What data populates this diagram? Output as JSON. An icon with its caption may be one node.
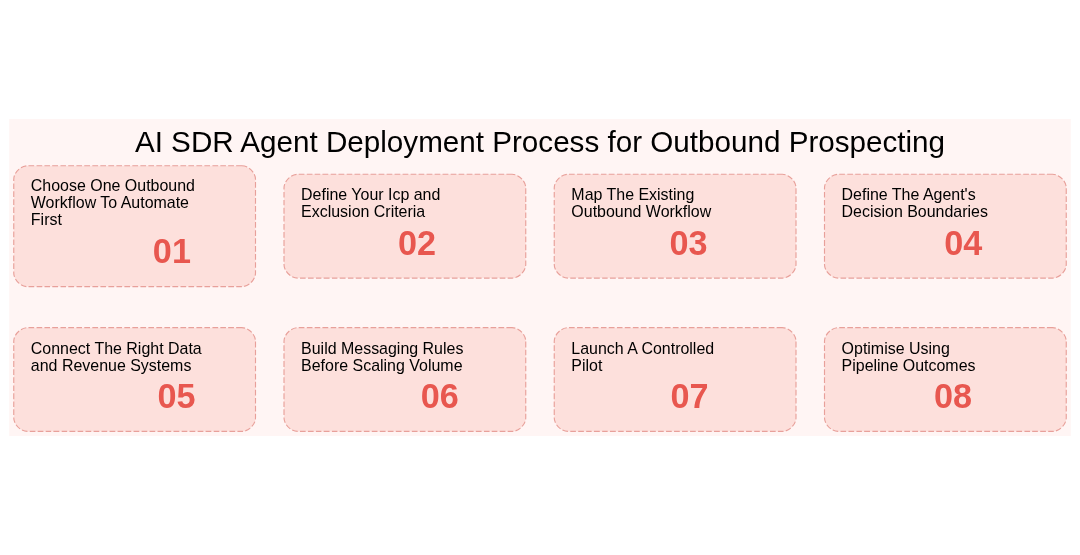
{
  "diagram": {
    "title": "AI SDR Agent Deployment Process for Outbound Prospecting",
    "nodes": [
      {
        "text": [
          "Choose One Outbound Workflow To Automate First",
          "01"
        ]
      },
      {
        "text": [
          "Define Your Icp and Exclusion Criteria",
          "02"
        ]
      },
      {
        "text": [
          "Map The Existing Outbound Workflow",
          "03"
        ]
      },
      {
        "text": [
          "Define The Agent's Decision Boundaries",
          "04"
        ]
      },
      {
        "text": [
          "Connect The Right Data and Revenue Systems",
          "05"
        ]
      },
      {
        "text": [
          "Build Messaging Rules Before Scaling Volume",
          "06"
        ]
      },
      {
        "text": [
          "Launch A Controlled Pilot",
          "07"
        ]
      },
      {
        "text": [
          "Optimise Using Pipeline Outcomes",
          "08"
        ]
      }
    ]
  }
}
